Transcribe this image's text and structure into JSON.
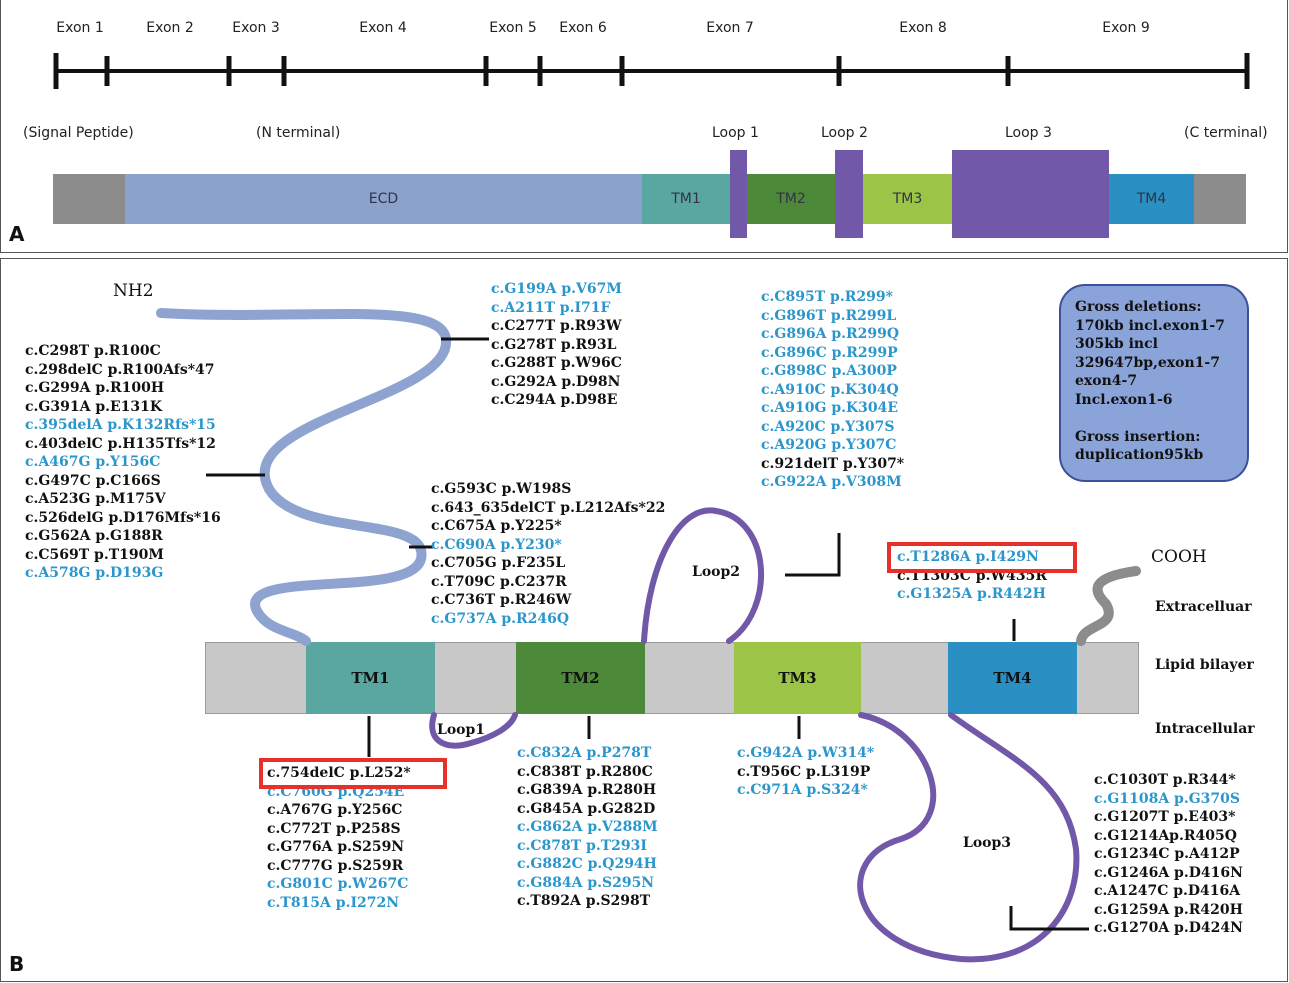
{
  "panel_a": {
    "label": "A",
    "exons": [
      "Exon 1",
      "Exon 2",
      "Exon 3",
      "Exon 4",
      "Exon 5",
      "Exon 6",
      "Exon 7",
      "Exon 8",
      "Exon 9"
    ],
    "region_labels": {
      "signal_peptide": "(Signal Peptide)",
      "n_terminal": "(N terminal)",
      "loop1": "Loop 1",
      "loop2": "Loop 2",
      "loop3": "Loop 3",
      "c_terminal": "(C terminal)"
    },
    "domains": {
      "ecd": "ECD",
      "tm1": "TM1",
      "tm2": "TM2",
      "tm3": "TM3",
      "tm4": "TM4"
    },
    "colors": {
      "grey": "#8c8c8c",
      "ecd": "#8ba2cc",
      "tm1": "#5aa6a0",
      "tm2": "#4c8a3a",
      "tm3": "#9cc447",
      "loop": "#7158a8",
      "tm4": "#2a8fc2"
    }
  },
  "panel_b": {
    "label": "B",
    "nh2": "NH2",
    "cooh": "COOH",
    "side_labels": {
      "extracellular": "Extracelluar",
      "lipid_bilayer": "Lipid bilayer",
      "intracellular": "Intracellular"
    },
    "tm_labels": [
      "TM1",
      "TM2",
      "TM3",
      "TM4"
    ],
    "loop_labels": {
      "loop1": "Loop1",
      "loop2": "Loop2",
      "loop3": "Loop3"
    },
    "groups": {
      "ecd_left": [
        {
          "text": "c.C298T p.R100C",
          "color": "black"
        },
        {
          "text": "c.298delC p.R100Afs*47",
          "color": "black"
        },
        {
          "text": "c.G299A p.R100H",
          "color": "black"
        },
        {
          "text": "c.G391A p.E131K",
          "color": "black"
        },
        {
          "text": "c.395delA p.K132Rfs*15",
          "color": "blue"
        },
        {
          "text": "c.403delC p.H135Tfs*12",
          "color": "black"
        },
        {
          "text": "c.A467G p.Y156C",
          "color": "blue"
        },
        {
          "text": "c.G497C p.C166S",
          "color": "black"
        },
        {
          "text": "c.A523G p.M175V",
          "color": "black"
        },
        {
          "text": "c.526delG p.D176Mfs*16",
          "color": "black"
        },
        {
          "text": "c.G562A p.G188R",
          "color": "black"
        },
        {
          "text": "c.C569T p.T190M",
          "color": "black"
        },
        {
          "text": "c.A578G p.D193G",
          "color": "blue"
        }
      ],
      "ecd_top": [
        {
          "text": "c.G199A p.V67M",
          "color": "blue"
        },
        {
          "text": "c.A211T p.I71F",
          "color": "blue"
        },
        {
          "text": "c.C277T p.R93W",
          "color": "black"
        },
        {
          "text": "c.G278T p.R93L",
          "color": "black"
        },
        {
          "text": "c.G288T p.W96C",
          "color": "black"
        },
        {
          "text": "c.G292A p.D98N",
          "color": "black"
        },
        {
          "text": "c.C294A p.D98E",
          "color": "black"
        }
      ],
      "ecd_mid": [
        {
          "text": "c.G593C p.W198S",
          "color": "black"
        },
        {
          "text": "c.643_635delCT p.L212Afs*22",
          "color": "black"
        },
        {
          "text": "c.C675A p.Y225*",
          "color": "black"
        },
        {
          "text": "c.C690A p.Y230*",
          "color": "blue"
        },
        {
          "text": "c.C705G p.F235L",
          "color": "black"
        },
        {
          "text": "c.T709C p.C237R",
          "color": "black"
        },
        {
          "text": "c.C736T p.R246W",
          "color": "black"
        },
        {
          "text": "c.G737A p.R246Q",
          "color": "blue"
        }
      ],
      "loop2": [
        {
          "text": "c.C895T p.R299*",
          "color": "blue"
        },
        {
          "text": "c.G896T p.R299L",
          "color": "blue"
        },
        {
          "text": "c.G896A p.R299Q",
          "color": "blue"
        },
        {
          "text": "c.G896C p.R299P",
          "color": "blue"
        },
        {
          "text": "c.G898C p.A300P",
          "color": "blue"
        },
        {
          "text": "c.A910C p.K304Q",
          "color": "blue"
        },
        {
          "text": "c.A910G p.K304E",
          "color": "blue"
        },
        {
          "text": "c.A920C p.Y307S",
          "color": "blue"
        },
        {
          "text": "c.A920G p.Y307C",
          "color": "blue"
        },
        {
          "text": "c.921delT p.Y307*",
          "color": "black"
        },
        {
          "text": "c.G922A p.V308M",
          "color": "blue"
        }
      ],
      "tm4_top": [
        {
          "text": "c.T1286A p.I429N",
          "color": "blue"
        },
        {
          "text": "c.T1303C p.W435R",
          "color": "black"
        },
        {
          "text": "c.G1325A p.R442H",
          "color": "blue"
        }
      ],
      "tm1_bottom": [
        {
          "text": "c.754delC p.L252*",
          "color": "black"
        },
        {
          "text": "c.C760G p.Q254E",
          "color": "blue"
        },
        {
          "text": "c.A767G p.Y256C",
          "color": "black"
        },
        {
          "text": "c.C772T p.P258S",
          "color": "black"
        },
        {
          "text": "c.G776A p.S259N",
          "color": "black"
        },
        {
          "text": "c.C777G p.S259R",
          "color": "black"
        },
        {
          "text": "c.G801C p.W267C",
          "color": "blue"
        },
        {
          "text": "c.T815A p.I272N",
          "color": "blue"
        }
      ],
      "tm2_bottom": [
        {
          "text": "c.C832A p.P278T",
          "color": "blue"
        },
        {
          "text": "c.C838T p.R280C",
          "color": "black"
        },
        {
          "text": "c.G839A p.R280H",
          "color": "black"
        },
        {
          "text": "c.G845A p.G282D",
          "color": "black"
        },
        {
          "text": "c.G862A p.V288M",
          "color": "blue"
        },
        {
          "text": "c.C878T p.T293I",
          "color": "blue"
        },
        {
          "text": "c.G882C p.Q294H",
          "color": "blue"
        },
        {
          "text": "c.G884A p.S295N",
          "color": "blue"
        },
        {
          "text": "c.T892A p.S298T",
          "color": "black"
        }
      ],
      "tm3_bottom": [
        {
          "text": "c.G942A p.W314*",
          "color": "blue"
        },
        {
          "text": "c.T956C p.L319P",
          "color": "black"
        },
        {
          "text": "c.C971A p.S324*",
          "color": "blue"
        }
      ],
      "loop3": [
        {
          "text": "c.C1030T p.R344*",
          "color": "black"
        },
        {
          "text": "c.G1108A p.G370S",
          "color": "blue"
        },
        {
          "text": "c.G1207T p.E403*",
          "color": "black"
        },
        {
          "text": "c.G1214Ap.R405Q",
          "color": "black"
        },
        {
          "text": "c.G1234C p.A412P",
          "color": "black"
        },
        {
          "text": "c.G1246A p.D416N",
          "color": "black"
        },
        {
          "text": "c.A1247C p.D416A",
          "color": "black"
        },
        {
          "text": "c.G1259A p.R420H",
          "color": "black"
        },
        {
          "text": "c.G1270A p.D424N",
          "color": "black"
        }
      ]
    },
    "gross_box": [
      "Gross deletions:",
      "170kb incl.exon1-7",
      "305kb incl",
      "329647bp,exon1-7",
      "exon4-7",
      "Incl.exon1-6",
      "",
      "Gross insertion:",
      "duplication95kb"
    ],
    "colors": {
      "black": "#111111",
      "blue": "#2b96cc",
      "highlight": "#e8302a",
      "loop": "#7158a8",
      "nh2_tail": "#8ea3cf",
      "cooh_tail": "#8c8c8c"
    }
  }
}
